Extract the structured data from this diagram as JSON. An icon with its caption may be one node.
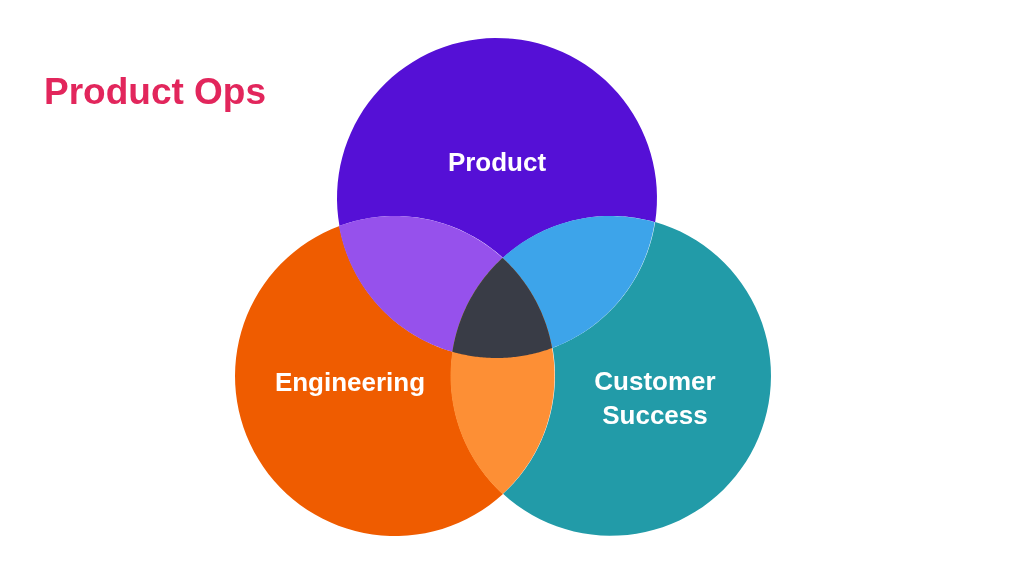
{
  "diagram": {
    "title": "Product Ops",
    "nodes": [
      {
        "text": [
          "Product"
        ]
      },
      {
        "text": [
          "Engineering"
        ]
      },
      {
        "text": [
          "Customer Success"
        ]
      }
    ]
  }
}
